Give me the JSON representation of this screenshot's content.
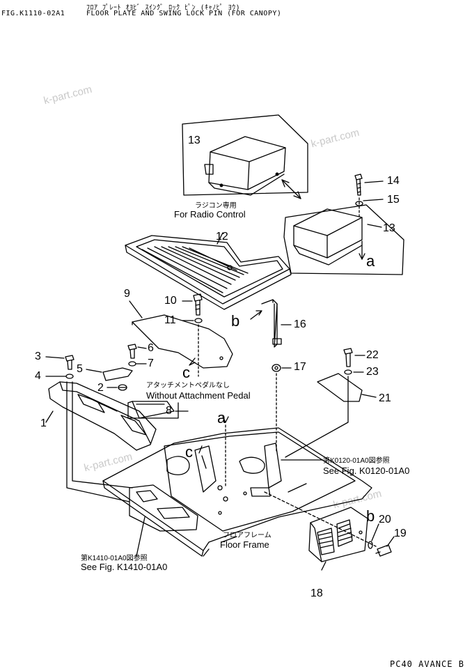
{
  "header": {
    "jp_title": "ﾌﾛｱ ﾌﾟﾚｰﾄ ｵﾖﾋﾞ ｽｲﾝｸﾞ ﾛｯｸ ﾋﾟﾝ (ｷｬﾉﾋﾟ ﾖｳ)",
    "fig_id": "FIG.K1110-02A1",
    "title": "FLOOR PLATE AND SWING LOCK PIN (FOR CANOPY)"
  },
  "watermark": "k-part.com",
  "labels": {
    "radio_jp": "ラジコン専用",
    "radio_en": "For Radio Control",
    "attach_jp": "アタッチメントペダルなし",
    "attach_en": "Without Attachment Pedal",
    "floor_jp": "フロアフレーム",
    "floor_en": "Floor Frame",
    "k0120_jp": "第K0120-01A0図参照",
    "k0120_en": "See Fig. K0120-01A0",
    "k1410_jp": "第K1410-01A0図参照",
    "k1410_en": "See Fig. K1410-01A0"
  },
  "parts": [
    "1",
    "2",
    "3",
    "4",
    "5",
    "6",
    "7",
    "8",
    "9",
    "10",
    "11",
    "12",
    "13",
    "13",
    "14",
    "15",
    "16",
    "17",
    "18",
    "19",
    "20",
    "21",
    "22",
    "23"
  ],
  "refs": [
    "a",
    "a",
    "b",
    "b",
    "c",
    "c"
  ],
  "footer": "PC40 AVANCE B"
}
